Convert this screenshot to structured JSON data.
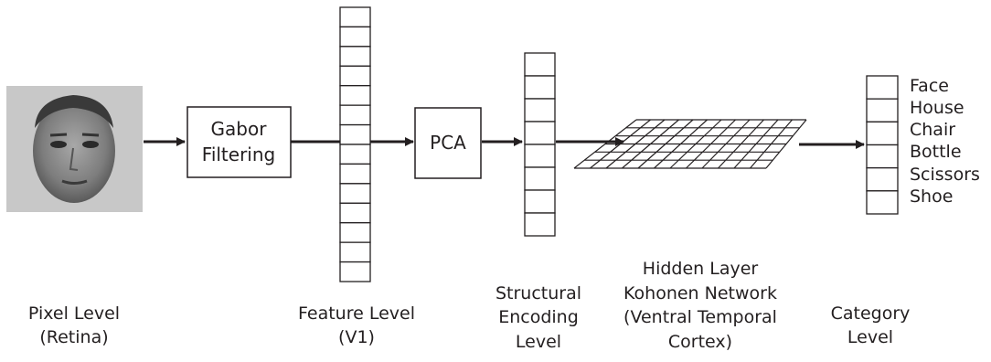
{
  "stages": {
    "pixel": {
      "line1": "Pixel Level",
      "line2": "(Retina)"
    },
    "gabor": {
      "line1": "Gabor",
      "line2": "Filtering"
    },
    "feature": {
      "line1": "Feature Level",
      "line2": "(V1)"
    },
    "pca": {
      "label": "PCA"
    },
    "structural": {
      "line1": "Structural",
      "line2": "Encoding",
      "line3": "Level"
    },
    "hidden": {
      "line1": "Hidden Layer",
      "line2": "Kohonen Network",
      "line3": "(Ventral Temporal",
      "line4": "Cortex)"
    },
    "category": {
      "line1": "Category",
      "line2": "Level"
    }
  },
  "categories": [
    "Face",
    "House",
    "Chair",
    "Bottle",
    "Scissors",
    "Shoe"
  ],
  "vectors": {
    "feature_cells": 14,
    "structural_cells": 8,
    "category_cells": 6
  },
  "kohonen_grid": {
    "cols": 12,
    "rows": 6
  },
  "colors": {
    "ink": "#231f20",
    "photo_bg": "#c8c8c8"
  },
  "icons": {
    "face_photo": "face-photo-icon",
    "arrow": "arrow-right-icon"
  }
}
